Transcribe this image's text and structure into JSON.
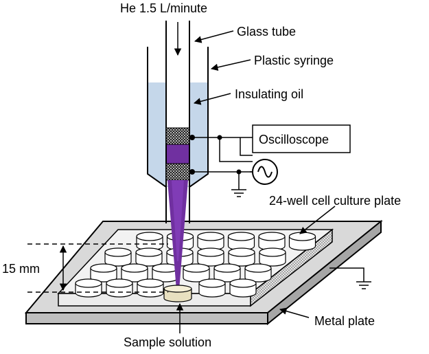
{
  "labels": {
    "gas_flow": "He 1.5 L/minute",
    "glass_tube": "Glass tube",
    "plastic_syringe": "Plastic syringe",
    "insulating_oil": "Insulating oil",
    "oscilloscope": "Oscilloscope",
    "well_plate": "24-well cell culture plate",
    "distance": "15 mm",
    "metal_plate": "Metal plate",
    "sample_solution": "Sample solution"
  },
  "colors": {
    "oil": "#c5d7ea",
    "plasma": "#7030a0",
    "sample": "#e8e0c0",
    "electrode": "#555555"
  },
  "icons": {
    "ac_source": "ac-source-symbol",
    "ground": "ground-symbol"
  }
}
